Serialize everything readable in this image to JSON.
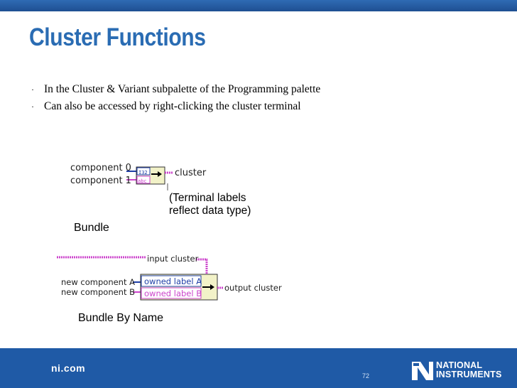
{
  "slide": {
    "title": "Cluster Functions",
    "bullets": [
      "In the Cluster & Variant subpalette of the Programming palette",
      "Can also be accessed by right-clicking the cluster terminal"
    ]
  },
  "bundle": {
    "component0": "component 0",
    "component1": "component 1",
    "output": "cluster",
    "type_num": "I32",
    "type_str": "abc",
    "note_line1": "(Terminal labels",
    "note_line2": "reflect data type)",
    "caption": "Bundle"
  },
  "bundle_by_name": {
    "input_cluster": "input cluster",
    "new_component_a": "new component A",
    "new_component_b": "new component B",
    "owned_label_a": "owned label A",
    "owned_label_b": "owned label B",
    "output_cluster": "output cluster",
    "caption": "Bundle By Name"
  },
  "footer": {
    "url": "ni.com",
    "page_number": "72",
    "logo_line1": "NATIONAL",
    "logo_line2": "INSTRUMENTS"
  },
  "colors": {
    "title": "#2a6cb3",
    "footer_bg": "#1f5aa6",
    "cluster_wire": "#cc44cc",
    "numeric_wire": "#1f3fa8"
  },
  "icons": [
    "bullet-dot-icon",
    "ni-eagle-logo-icon",
    "bundle-node-icon",
    "bundle-by-name-node-icon"
  ]
}
